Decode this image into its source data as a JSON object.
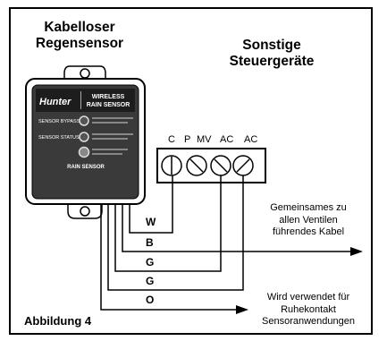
{
  "title_left": [
    "Kabelloser",
    "Regensensor"
  ],
  "title_right": [
    "Sonstige",
    "Steuergeräte"
  ],
  "device": {
    "brand": "Hunter",
    "product": [
      "WIRELESS",
      "RAIN SENSOR"
    ],
    "bypass_label": "SENSOR BYPASS",
    "status_label": "SENSOR STATUS",
    "footer": "RAIN SENSOR"
  },
  "terminals": [
    "C",
    "P",
    "MV",
    "AC",
    "AC"
  ],
  "wires": [
    "W",
    "B",
    "G",
    "G",
    "O"
  ],
  "note_common": [
    "Gemeinsames zu",
    "allen Ventilen",
    "führendes Kabel"
  ],
  "note_contact": [
    "Wird verwendet für",
    "Ruhekontakt",
    "Sensoranwendungen"
  ],
  "figure_label": "Abbildung 4"
}
